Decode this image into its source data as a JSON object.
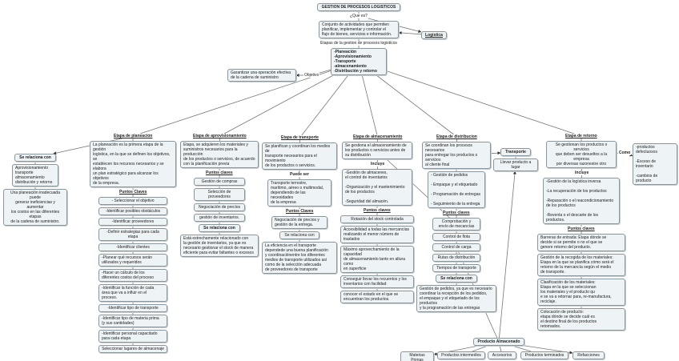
{
  "colors": {
    "node_fill": "#eef3f6",
    "node_border": "#8a969c",
    "line": "#777777"
  },
  "map": {
    "title": "GESTION DE PROCESOS LOGISTICOS",
    "que_es": "¿Que es?",
    "definicion": "Conjunto de actividades que permiten\nplanificar, implementar y controlar el\nflujo de bienes, servicios e información.",
    "logistica": "Logistica",
    "etapas_link": "Etapas de la gestion de procesos logisticos",
    "etapas": "-Planeación\n-Aprovisionamiento\n-Transporte\n-almacenamiento\n-Distribución y retorno",
    "objetivo": "Objetivo",
    "garantizar": "Garantizar una operación efectiva\nde la cadena de suministro",
    "planeacion": {
      "label": "Etapa de planeación",
      "desc": "La planeación es la primera etapa de la gestión\nlogística, en la que se definen los objetivos, se\nestablecen los recursos necesarios y se elabora\nun plan estratégico para alcanzar los objetivos\nde la empresa.",
      "puntos": "Puntos Claves",
      "items": [
        "- Seleccionar el objetivo",
        "-Identificar posibles obstáculos",
        "-Identificar proveedores",
        "-Definir estrategias para cada etapa",
        "-Identificar clientes",
        "-Planear qué recursos serán\nutilizados y requeridos",
        "-Hacer un cálculo de los\ndiferentes costos del proceso",
        "-Identificar la función de cada\nárea que va a influir en el\nproceso.",
        "-Identificar tipo de transporte",
        "-Identificar tipo de materia prima\n(y sus cantidades)",
        "-Identificar personal capacitado\npara cada etapa",
        "Seleccionar lugares de almacenaje"
      ],
      "relaciona": "Se relaciona con",
      "rel_box": "Aprovisionamiento\ntransporte\nalmacenamiento\ndistribución y retorno",
      "rel_note": "Una planeación inadecuada puede\ngenerar ineficiencias y aumentar\nlos costos en las diferentes etapas\nde la cadena de suministro."
    },
    "aprovisionamiento": {
      "label": "Etapa de aprovisionamiento",
      "desc": "Etapa, se adquieren los materiales y\nsuministros necesarios para la producción\nde los productos o servicios, de acuerdo\ncon la planificación previa",
      "puntos": "Puntos claves",
      "items": [
        "Gestión de compras",
        "Selección de proveedores",
        "Negociación de precios",
        "gestión de inventarios."
      ],
      "relaciona": "Se relaciona con",
      "rel_box": "Está estrechamente relacionado con\nla gestión de inventarios, ya que es\nnecesario gestionar el stock de manera\neficiente para evitar faltantes o excesos"
    },
    "transporte": {
      "label": "Etapa de transporte",
      "desc": "Se planifican y coordinan los medios de\ntransporte necesarios para el movimiento\nde los productos o servicios.",
      "puede_ser": "Puede ser",
      "tipos": "Transporte terrestre,\nmarítimo, aéreo o multimodal,\ndependiendo de las necesidades\nde la empresa",
      "puntos": "Puntos Claves",
      "negociacion": "Negociación de precios y\ngestión de la entrega.",
      "relaciona": "Se relaciona con",
      "rel_box": "La eficiencia en el transporte\ndependede una buena planificación\ny coordinaciónentre los diferentes\nmedios de transporte utilizados así\ncomo de la selección adecuada\nde proveedores de transporte"
    },
    "almacenamiento": {
      "label": "Etapa de almacenamiento",
      "desc": "Se gestiona el almacenamiento de\nlos productos o servicios antes de\nsu distribución",
      "incluye": "Incluye",
      "incluye_box": "-Gestión de almacenes,\nel control de inventarios\n\n-Organización y el mantenimiento\nde los productos\n\n-Seguridad del almacén.",
      "puntos": "Puntos claves",
      "items": [
        "Rotación del stock controlada",
        "Accesibilidad a todas las mercancías\nrealizando el menor número de traslados",
        "Máximo aprovechamiento de la capacidad\nde almacenamiento tanto en altura como\nen superficie",
        "Conseguir llevar los recuentos y los\ninventarios con facilidad",
        "conocer el estado en el que se\nencuentran los productos."
      ]
    },
    "distribucion": {
      "label": "Etapa de distribucion",
      "desc": "Se coordinan los procesos necesarios\npara entregar los productos o servicios\nal cliente final",
      "list": "- Gestión de pedidos\n\n- Empaque y el etiquetado\n\n- Programación de entregas\n\n- Seguimiento de la entrega",
      "puntos": "Puntos claves",
      "items": [
        "Comprobación y\nenvío de mecancías",
        "Control de flota",
        "Control de carga",
        "Rutas de distribución",
        "Tiempos de transporte"
      ],
      "relaciona": "Se relaciona con",
      "rel_box": "Gestión de pedidos, ya que es necesario\ncoordinar la recepción de los pedidos,\nel empaque y el etiquetado de los productos\ny la programación de las entregas"
    },
    "transporte_node": "Transporte",
    "llevar": "Llevar producto a lugar",
    "retorno": {
      "label": "Etapa de retorno",
      "desc": "Se gestionan los productos o servicios\nque deben ser devueltos a la empresa\npor diversas razonestre otro",
      "como": "Como",
      "como_box": "-productos defectuosos\n\n-Exceso de inventario\n\n-cambios de producto",
      "incluye": "Incluye",
      "incluye_box": "-Gestión de la logística inversa\n\n-La recuperación de los productos\n\n-Reparación o el reacondicionamiento\nde los productos\n\n-Reventa o el descarte de los productos.",
      "puntos": "Puntos claves",
      "items": [
        "Barreras de entrada: Etapa dónde se\ndecide si se permite o no el que se\ngenere retorno del producto.",
        "Gestión de la recogida de los materiales:\nEtapa en la que se planifica cómo será el\nretorno de la mercancía según el medio\nde transporte.",
        "Clasificación de los materiales:\nEtapa en la que se seleccionan\nlos materiales y el producto qu\ne se va a retornar para, re-manufactura,\nreciclaje.",
        "Colocación de producto:\netapa dónde se decide cuál es\nel destino final de los productos\nretornados."
      ]
    },
    "producto_almacenado": "Producto Almacenado",
    "tipos_producto": [
      "Materias Primas",
      "Productos intermedios",
      "Accesorios",
      "Productos terminados",
      "Refacciones"
    ]
  }
}
